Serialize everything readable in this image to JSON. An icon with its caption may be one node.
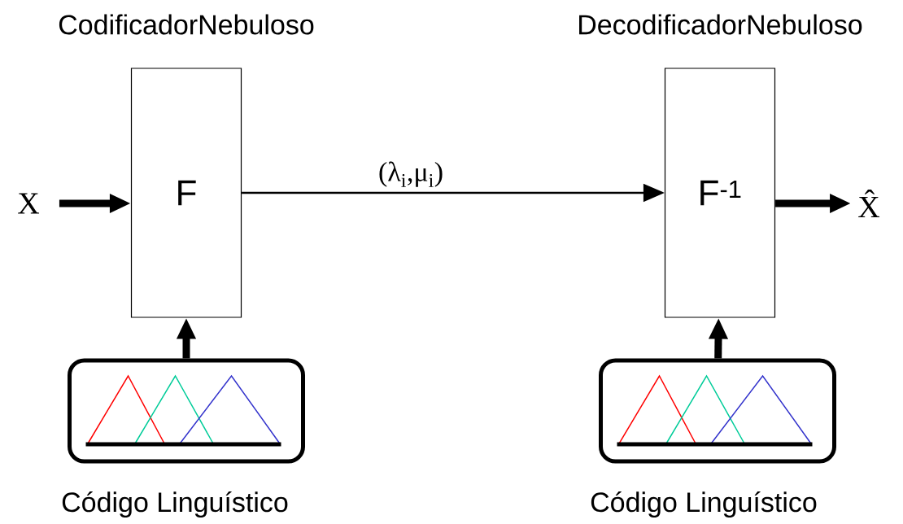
{
  "diagram": {
    "nodes": [
      {
        "text": [
          "X"
        ]
      },
      {
        "text": [
          "F"
        ],
        "beside": [
          "CodificadorNebuloso"
        ]
      },
      {
        "text": [
          "F$^{-1}$"
        ],
        "beside": [
          "DecodificadorNebuloso"
        ]
      },
      {
        "text": [
          "X̂"
        ]
      },
      {
        "text": [],
        "shape": "box",
        "beside": [
          "Código Linguístico"
        ]
      },
      {
        "text": [],
        "shape": "box",
        "beside": [
          "Código Linguístico"
        ]
      }
    ],
    "edges": [
      {
        "from": 0,
        "to": 1,
        "arrow": "to"
      },
      {
        "from": 1,
        "to": 2,
        "arrow": "to",
        "label": "(λ$_{i}$,μ$_{i}$)"
      },
      {
        "from": 2,
        "to": 3,
        "arrow": "to"
      },
      {
        "from": 4,
        "to": 1,
        "arrow": "to"
      },
      {
        "from": 5,
        "to": 2,
        "arrow": "to"
      }
    ]
  }
}
